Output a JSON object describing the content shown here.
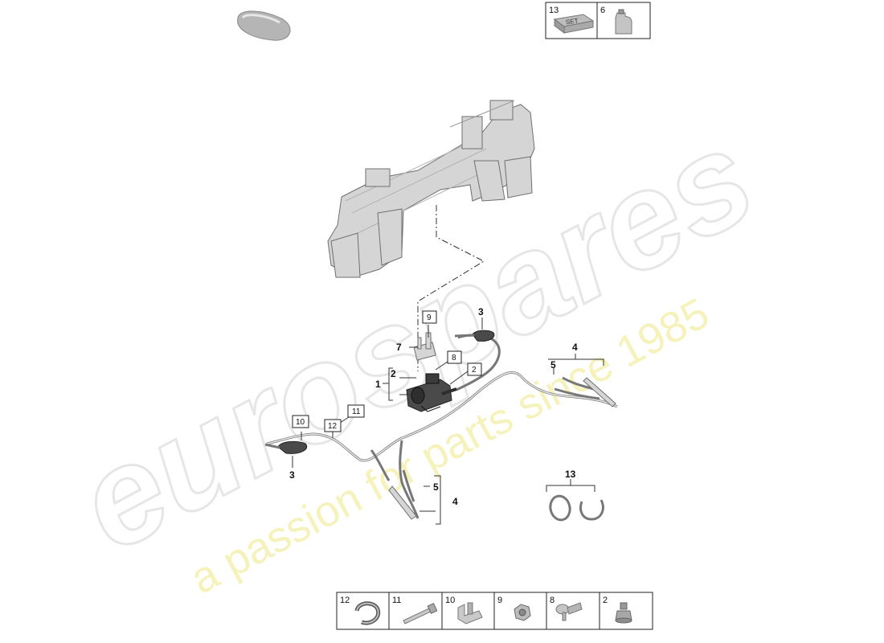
{
  "watermark": {
    "brand": "eurospares",
    "tagline": "a passion for parts since 1985"
  },
  "top_legend": [
    {
      "number": "13",
      "icon": "set-box-icon",
      "set_text": "SET"
    },
    {
      "number": "6",
      "icon": "fluid-bottle-icon"
    }
  ],
  "bottom_legend": [
    {
      "number": "12",
      "icon": "clip-ring-icon"
    },
    {
      "number": "11",
      "icon": "bolt-icon"
    },
    {
      "number": "10",
      "icon": "bracket-clip-icon"
    },
    {
      "number": "9",
      "icon": "nut-icon"
    },
    {
      "number": "8",
      "icon": "torx-screw-icon"
    },
    {
      "number": "2",
      "icon": "rubber-mount-icon"
    }
  ],
  "callouts": {
    "c1": "1",
    "c2": "2",
    "c3_top": "3",
    "c3_left": "3",
    "c4_right": "4",
    "c5_right": "5",
    "c4_lower": "4",
    "c5_lower": "5",
    "c7": "7",
    "c13": "13"
  },
  "boxed_callouts": {
    "b9": "9",
    "b8": "8",
    "b2": "2",
    "b10": "10",
    "b12": "12",
    "b11": "11"
  },
  "colors": {
    "part_fill": "#d5d5d5",
    "part_stroke": "#6f6f6f",
    "pump": "#4a4a4a",
    "watermark_grey": "#e6e6e6",
    "watermark_yellow": "#f3eea6"
  }
}
